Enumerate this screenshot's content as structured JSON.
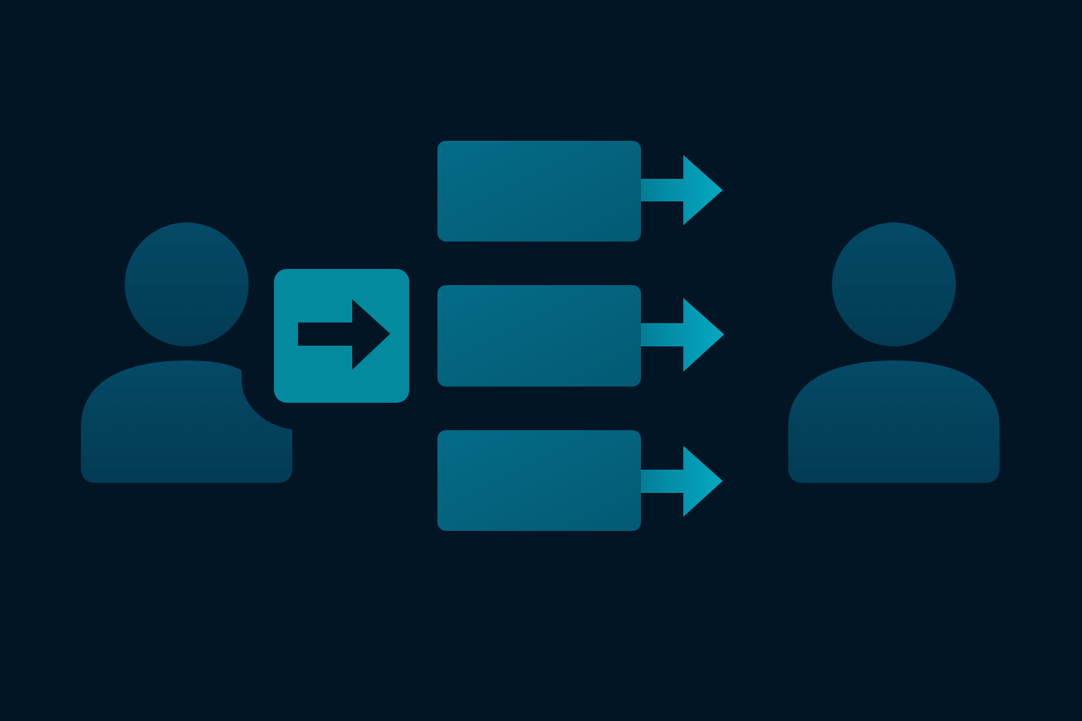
{
  "colors": {
    "background": "#011525",
    "person": "#033b53",
    "person_highlight": "#044660",
    "action_box": "#038a9f",
    "action_arrow": "#011525",
    "process_box": "#035f7a",
    "process_box_light": "#046b86",
    "output_arrow": "#05a4bd"
  },
  "icons": {
    "sender": "person-icon",
    "action": "arrow-right-icon",
    "recipient": "person-icon"
  },
  "diagram": {
    "sender_person": "person-icon",
    "action_button": "arrow-right-icon",
    "steps": [
      {
        "kind": "process-box",
        "arrow": "arrow-right-icon"
      },
      {
        "kind": "process-box",
        "arrow": "arrow-right-icon"
      },
      {
        "kind": "process-box",
        "arrow": "arrow-right-icon"
      }
    ],
    "recipient_person": "person-icon"
  }
}
